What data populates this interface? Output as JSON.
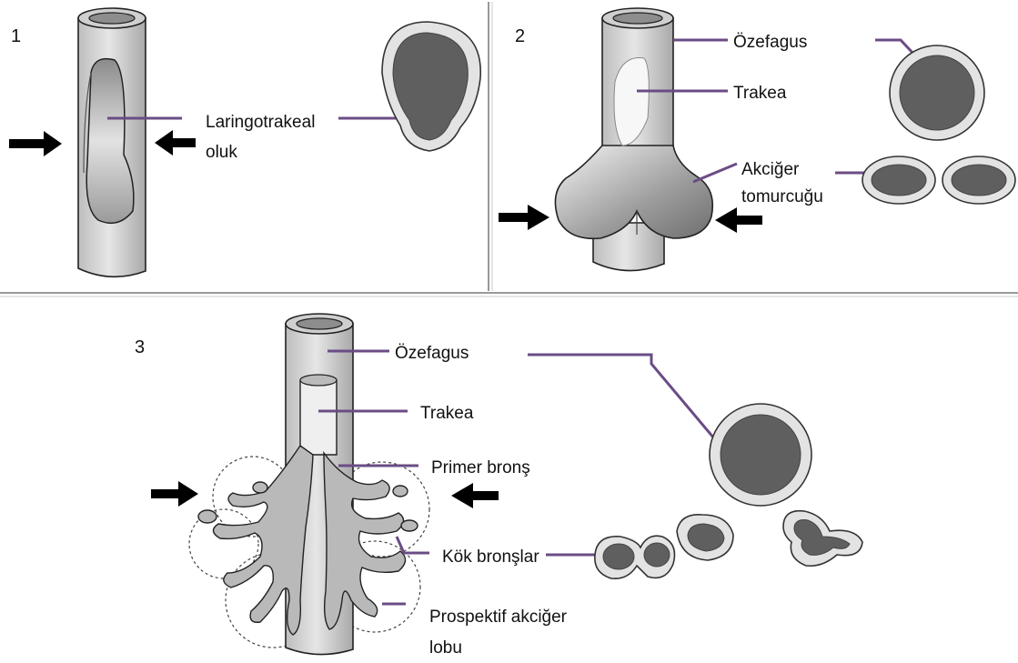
{
  "panels": {
    "p1": {
      "number": "1",
      "label_line1": "Laringotrakeal",
      "label_line2": "oluk"
    },
    "p2": {
      "number": "2",
      "esophagus": "Özefagus",
      "trachea": "Trakea",
      "lung_bud_line1": "Akciğer",
      "lung_bud_line2": "tomurcuğu"
    },
    "p3": {
      "number": "3",
      "esophagus": "Özefagus",
      "trachea": "Trakea",
      "primary_bronchus": "Primer bronş",
      "stem_bronchi": "Kök bronşlar",
      "lobe_line1": "Prospektif akciğer",
      "lobe_line2": "lobu"
    }
  }
}
